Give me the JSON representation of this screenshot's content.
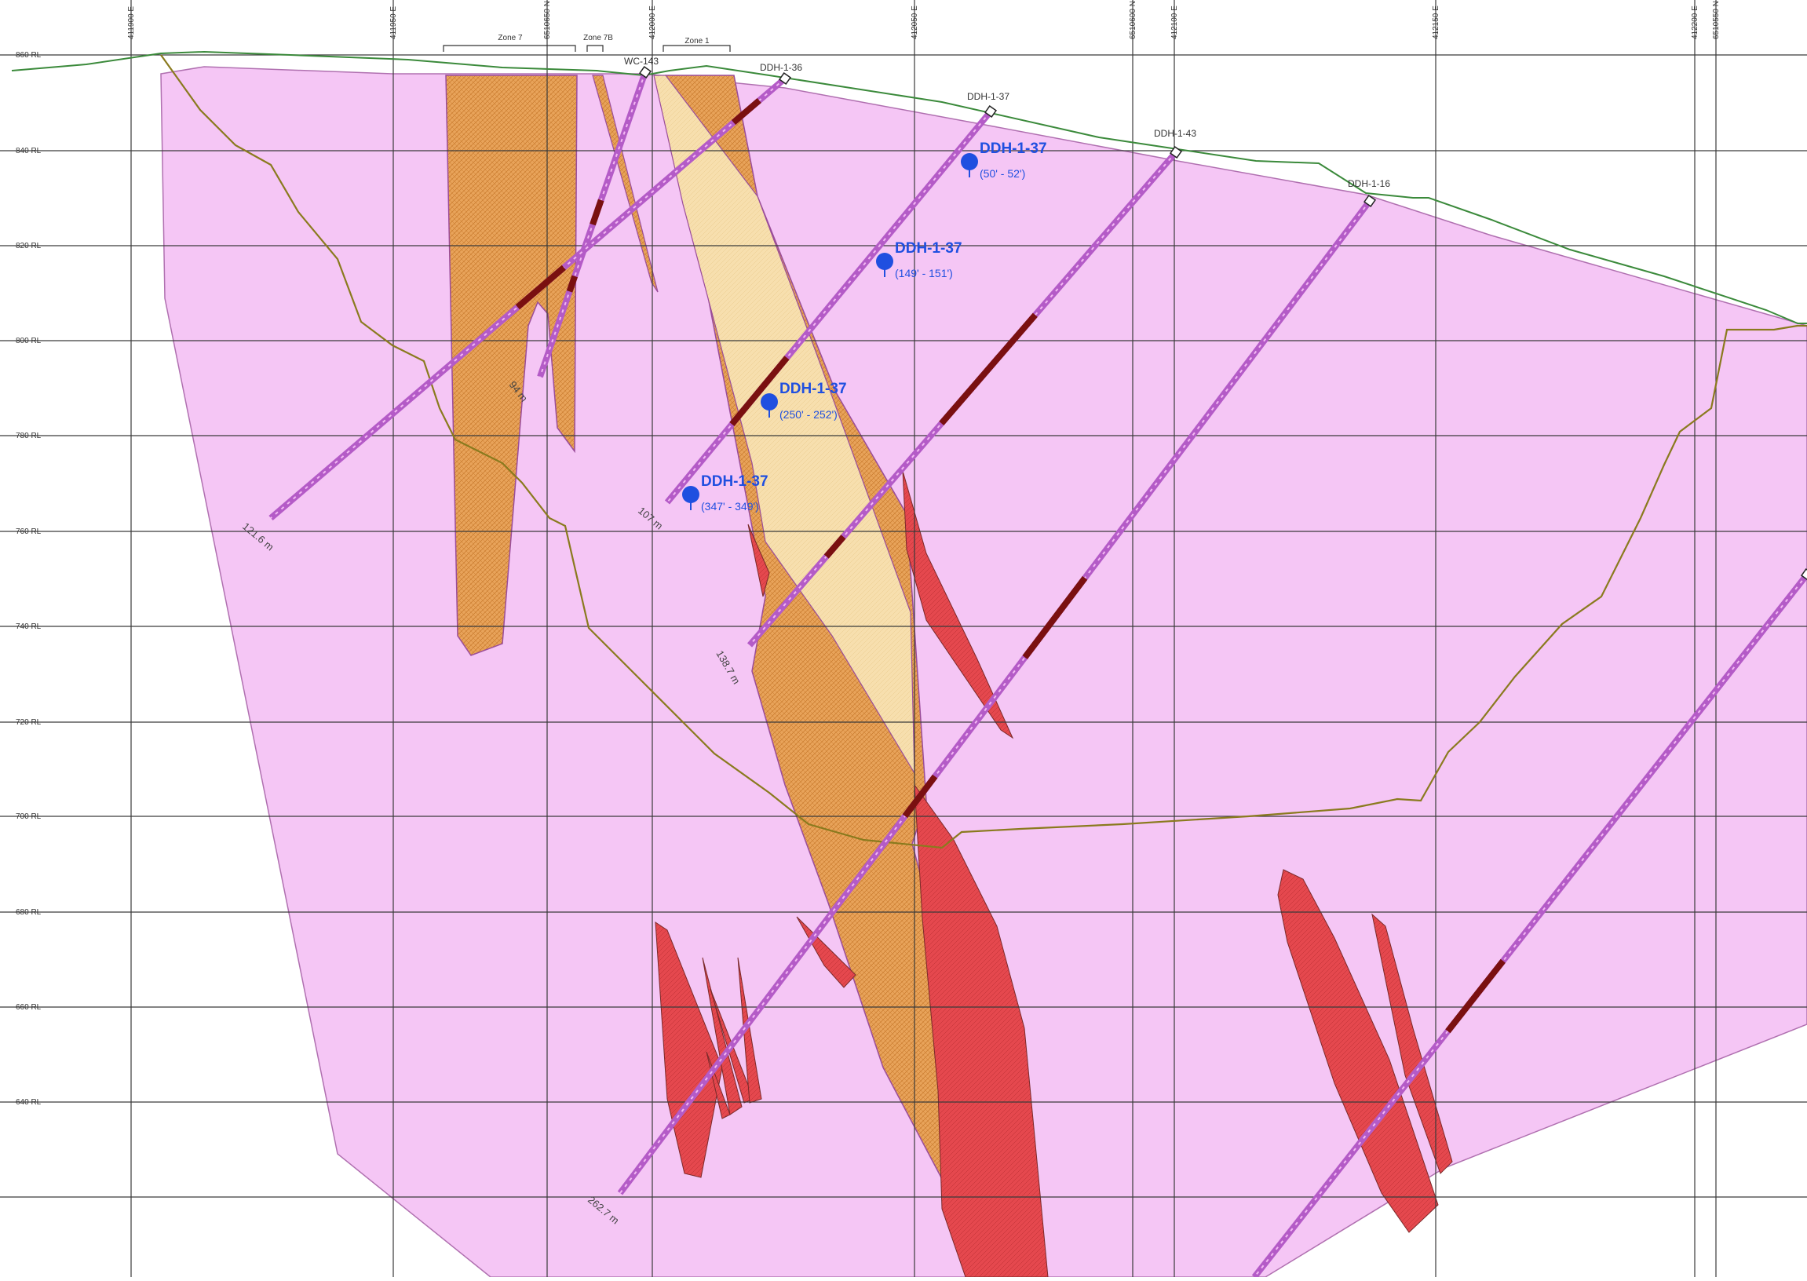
{
  "colors": {
    "background": "#ffffff",
    "host_rock": "#f5c6f5",
    "host_rock_outline": "#b070b0",
    "zone_orange": "#e8a35a",
    "zone_light": "#f7dfae",
    "zone_red": "#e5484e",
    "topography": "#3b8a3b",
    "boundary": "#8a7a1e",
    "drillhole": "#b45bc7",
    "intercept": "#7a1010",
    "sample": "#1f4fe0"
  },
  "vertical_grid_labels": [
    "411900 E",
    "411950 E",
    "6510650 N",
    "412000 E",
    "412050 E",
    "6510600 N",
    "412100 E",
    "412150 E",
    "412200 E",
    "6510550 N"
  ],
  "elevation_labels": [
    "860 RL",
    "840 RL",
    "820 RL",
    "800 RL",
    "780 RL",
    "760 RL",
    "740 RL",
    "720 RL",
    "700 RL",
    "680 RL",
    "660 RL",
    "640 RL"
  ],
  "zones": [
    {
      "label": "Zone 7"
    },
    {
      "label": "Zone 7B"
    },
    {
      "label": "Zone 1"
    }
  ],
  "drillholes": [
    {
      "name": "WC-143",
      "depth_label": "94 m"
    },
    {
      "name": "DDH-1-36",
      "depth_label": "121.6 m"
    },
    {
      "name": "DDH-1-37",
      "depth_label": "107 m"
    },
    {
      "name": "DDH-1-43",
      "depth_label": "138.7 m"
    },
    {
      "name": "DDH-1-16",
      "depth_label": "262.7 m"
    }
  ],
  "samples": [
    {
      "hole": "DDH-1-37",
      "interval": "(50' - 52')"
    },
    {
      "hole": "DDH-1-37",
      "interval": "(149' - 151')"
    },
    {
      "hole": "DDH-1-37",
      "interval": "(250' - 252')"
    },
    {
      "hole": "DDH-1-37",
      "interval": "(347' - 349')"
    }
  ]
}
